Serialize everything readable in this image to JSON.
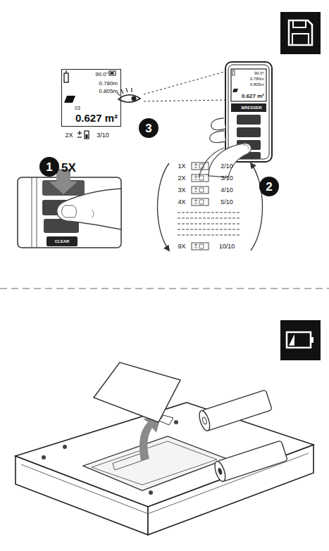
{
  "diagram": {
    "nodes": [
      {
        "text": [
          "90.0°",
          "0.780m",
          "0.805m",
          "03",
          "0.627 m²"
        ]
      },
      {
        "text": [
          "3"
        ]
      },
      {
        "text": [
          "1"
        ]
      },
      {
        "text": [
          "2"
        ]
      }
    ],
    "labels": [
      "BRESSER",
      "90.0°",
      "0.780m",
      "0.805m",
      "0.627 m²",
      "5X",
      "CLEAR",
      "2X",
      "3/10",
      "1X",
      "2/10",
      "2X",
      "3/10",
      "3X",
      "4/10",
      "4X",
      "5/10",
      "9X",
      "10/10"
    ]
  }
}
